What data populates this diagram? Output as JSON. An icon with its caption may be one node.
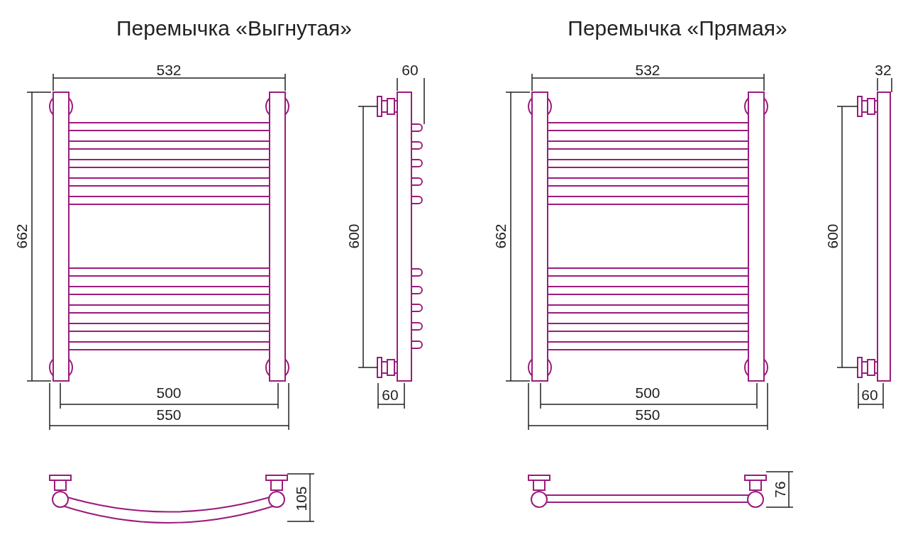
{
  "diagram": {
    "labels": [
      "Перемычка «Выгнутая»",
      "Перемычка «Прямая»",
      "532",
      "662",
      "500",
      "550",
      "60",
      "600",
      "60",
      "105",
      "532",
      "662",
      "500",
      "550",
      "32",
      "600",
      "60",
      "76"
    ]
  }
}
